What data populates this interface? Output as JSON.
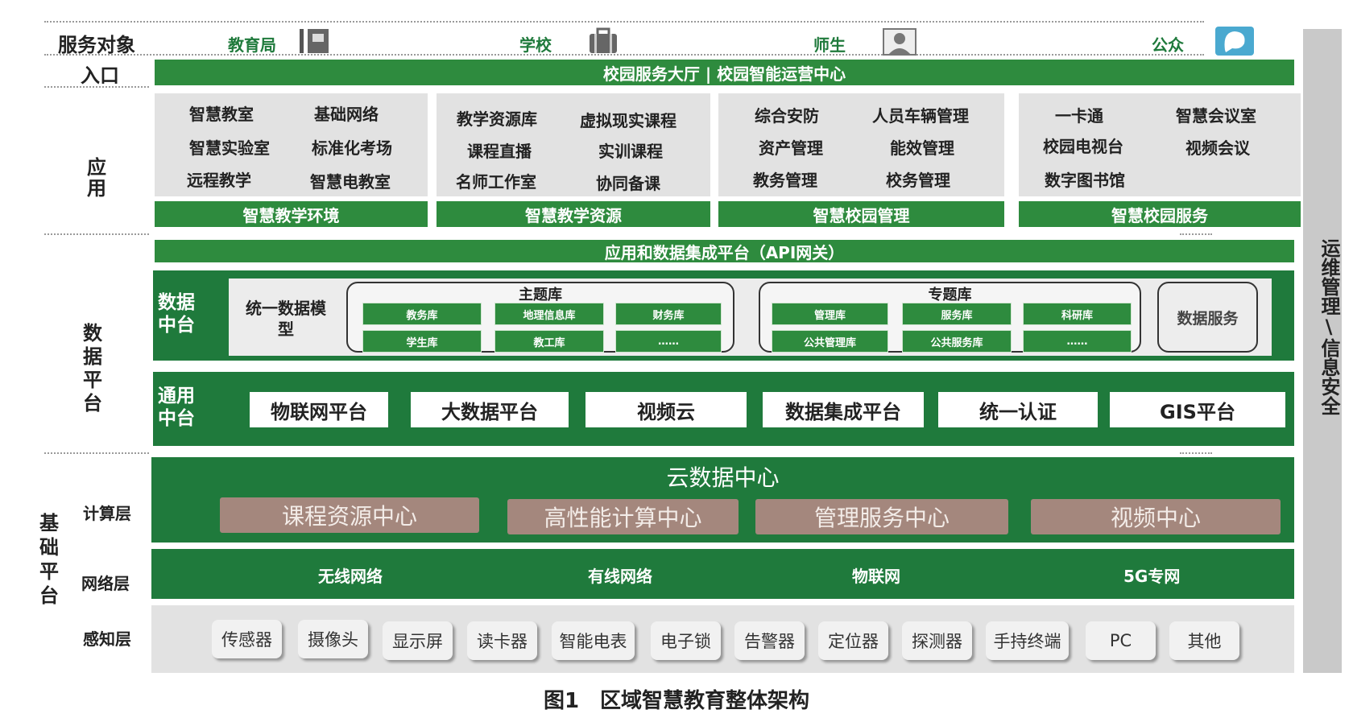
{
  "service": {
    "label": "服务对象",
    "targets": [
      "教育局",
      "学校",
      "师生",
      "公众"
    ]
  },
  "entry": {
    "label": "入口",
    "bar": "校园服务大厅 | 校园智能运营中心"
  },
  "application": {
    "label": "应用",
    "groups": [
      {
        "items": [
          "智慧教室",
          "基础网络",
          "智慧实验室",
          "标准化考场",
          "远程教学",
          "智慧电教室"
        ],
        "footer": "智慧教学环境"
      },
      {
        "items": [
          "教学资源库",
          "虚拟现实课程",
          "课程直播",
          "实训课程",
          "名师工作室",
          "协同备课"
        ],
        "footer": "智慧教学资源"
      },
      {
        "items": [
          "综合安防",
          "人员车辆管理",
          "资产管理",
          "能效管理",
          "教务管理",
          "校务管理"
        ],
        "footer": "智慧校园管理"
      },
      {
        "items": [
          "一卡通",
          "智慧会议室",
          "校园电视台",
          "视频会议",
          "数字图书馆"
        ],
        "footer": "智慧校园服务"
      }
    ]
  },
  "integration_bar": "应用和数据集成平台（API网关）",
  "data_platform": {
    "label": "数据平台",
    "data_middle": {
      "label": "数据中台",
      "model": "统一数据模型",
      "theme_lib": {
        "title": "主题库",
        "items": [
          "教务库",
          "地理信息库",
          "财务库",
          "学生库",
          "教工库",
          "……"
        ]
      },
      "special_lib": {
        "title": "专题库",
        "items": [
          "管理库",
          "服务库",
          "科研库",
          "公共管理库",
          "公共服务库",
          "……"
        ]
      },
      "service": "数据服务"
    },
    "general_middle": {
      "label": "通用中台",
      "items": [
        "物联网平台",
        "大数据平台",
        "视频云",
        "数据集成平台",
        "统一认证",
        "GIS平台"
      ]
    }
  },
  "base_platform": {
    "label": "基础平台",
    "compute": {
      "label": "计算层",
      "title": "云数据中心",
      "items": [
        "课程资源中心",
        "高性能计算中心",
        "管理服务中心",
        "视频中心"
      ]
    },
    "network": {
      "label": "网络层",
      "items": [
        "无线网络",
        "有线网络",
        "物联网",
        "5G专网"
      ]
    },
    "sensing": {
      "label": "感知层",
      "items": [
        "传感器",
        "摄像头",
        "显示屏",
        "读卡器",
        "智能电表",
        "电子锁",
        "告警器",
        "定位器",
        "探测器",
        "手持终端",
        "PC",
        "其他"
      ]
    }
  },
  "right_bar": "运维管理\\信息安全",
  "caption": "图1　区域智慧教育整体架构",
  "colors": {
    "green": "#1f7a3c",
    "bar_green": "#2e8b3e",
    "brown": "#a4877d",
    "gray": "#e2e2e2"
  }
}
